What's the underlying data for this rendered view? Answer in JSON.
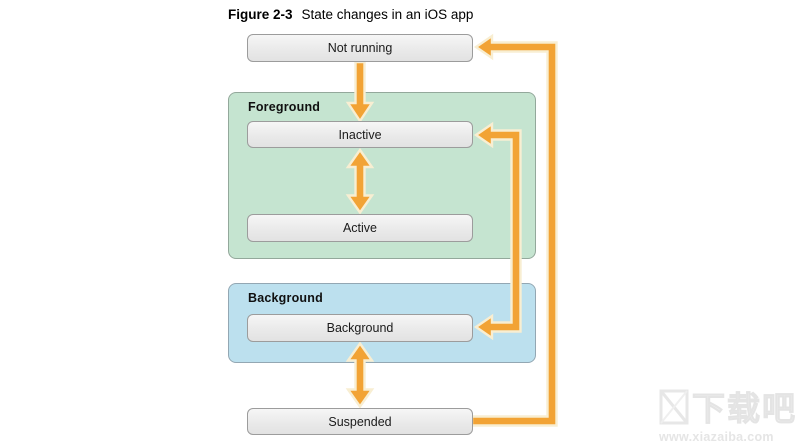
{
  "figure": {
    "label": "Figure 2-3",
    "title": "State changes in an iOS app"
  },
  "diagram": {
    "arrow_color": "#F2A335",
    "arrow_outline": "#F8EED2",
    "groups": {
      "foreground": {
        "label": "Foreground",
        "fill": "#C5E4D0",
        "border": "#93A89B"
      },
      "background": {
        "label": "Background",
        "fill": "#BCE0EE",
        "border": "#93A7B3"
      }
    },
    "nodes": {
      "not_running": {
        "label": "Not running"
      },
      "inactive": {
        "label": "Inactive"
      },
      "active": {
        "label": "Active"
      },
      "background": {
        "label": "Background"
      },
      "suspended": {
        "label": "Suspended"
      }
    },
    "edges": [
      {
        "from": "Not running",
        "to": "Inactive",
        "type": "one-way"
      },
      {
        "from": "Inactive",
        "to": "Active",
        "type": "two-way"
      },
      {
        "from": "Inactive",
        "to": "Background",
        "type": "two-way"
      },
      {
        "from": "Background",
        "to": "Suspended",
        "type": "two-way"
      },
      {
        "from": "Suspended",
        "to": "Not running",
        "type": "one-way"
      }
    ]
  },
  "watermark": {
    "site_name": "下载吧",
    "url": "www.xiazaiba.com"
  }
}
